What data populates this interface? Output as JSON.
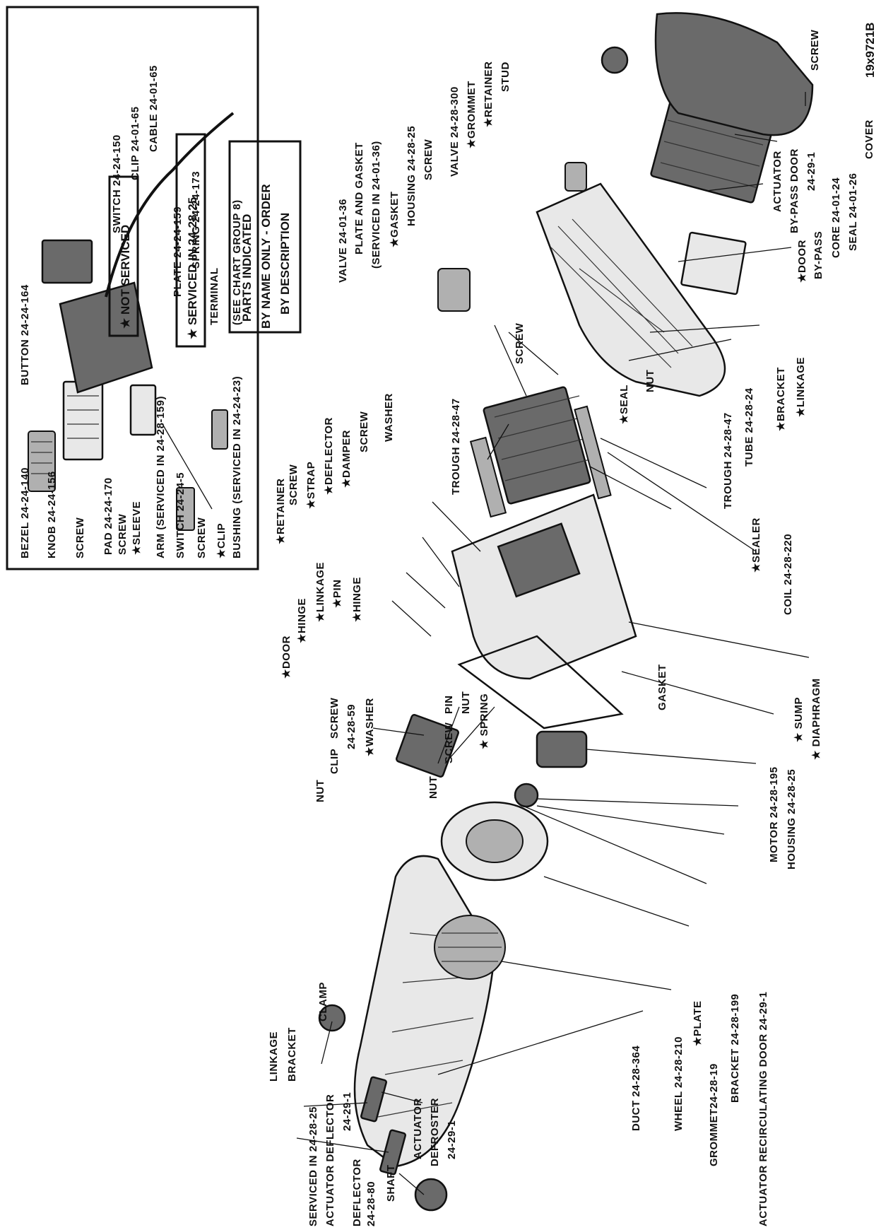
{
  "figure_id": "19x9721B",
  "legend": {
    "not_serviced": "★ NOT SERVICED",
    "serviced_in": "★ SERVICED IN 24-28-25",
    "parts_line1": "PARTS INDICATED",
    "parts_line2": "BY NAME ONLY - ORDER",
    "parts_line3": "BY DESCRIPTION"
  },
  "inset": {
    "bezel": "BEZEL 24-24-140",
    "button": "BUTTON 24-24-164",
    "knob": "KNOB 24-24-156",
    "screw_knob": "SCREW",
    "pad": "PAD 24-24-170",
    "screw_pad": "SCREW",
    "sleeve": "★SLEEVE",
    "arm": "ARM (SERVICED IN 24-28-159)",
    "switch_5": "SWITCH 24-24-5",
    "screw_switch": "SCREW",
    "clip": "★CLIP",
    "bushing": "BUSHING (SERVICED IN 24-24-23)",
    "switch_150": "SWITCH 24-24-150",
    "clip_65": "CLIP 24-01-65",
    "cable": "CABLE 24-01-65",
    "plate": "PLATE 24-24-159",
    "spring": "SPRING 24-24-173",
    "terminal": "TERMINAL",
    "see_chart": "(SEE CHART GROUP 8)"
  },
  "labels": {
    "serviced_in": "SERVICED IN 24-28-25",
    "actuator_deflector": "ACTUATOR DEFLECTOR",
    "actuator_deflector_num": "24-29-1",
    "linkage": "LINKAGE",
    "bracket": "BRACKET",
    "clamp": "CLAMP",
    "deflector": "DEFLECTOR",
    "deflector_num": "24-28-80",
    "shaft": "SHAFT",
    "actuator_defroster_1": "ACTUATOR",
    "actuator_defroster_2": "DEFROSTER",
    "actuator_defroster_3": "24-29-1",
    "duct": "DUCT 24-28-364",
    "wheel": "WHEEL 24-28-210",
    "plate": "★PLATE",
    "grommet": "GROMMET24-28-19",
    "bracket_199": "BRACKET 24-28-199",
    "actuator_recirc": "ACTUATOR RECIRCULATING DOOR 24-29-1",
    "motor": "MOTOR 24-28-195",
    "housing": "HOUSING 24-28-25",
    "sump": "★ SUMP",
    "diaphragm": "★ DIAPHRAGM",
    "nut_1": "NUT",
    "clip_1": "CLIP",
    "screw_59": "SCREW",
    "screw_59_num": "24-28-59",
    "washer_1": "★WASHER",
    "nut_2": "NUT",
    "screw_2": "SCREW",
    "pin_1": "PIN",
    "nut_3": "NUT",
    "spring_1": "★ SPRING",
    "door_1": "★DOOR",
    "hinge_1": "★HINGE",
    "linkage_1": "★LINKAGE",
    "pin_2": "★PIN",
    "hinge_2": "★HINGE",
    "gasket_1": "GASKET",
    "retainer_1": "★RETAINER",
    "screw_3": "SCREW",
    "strap": "★STRAP",
    "deflector_2": "★DEFLECTOR",
    "damper": "★DAMPER",
    "screw_4": "SCREW",
    "washer_2": "WASHER",
    "trough_47": "TROUGH 24-28-47",
    "coil": "COIL 24-28-220",
    "sealer": "★SEALER",
    "trough_47b": "TROUGH 24-28-47",
    "tube": "TUBE 24-28-24",
    "screw_5": "SCREW",
    "seal_1": "★SEAL",
    "nut_4": "NUT",
    "bracket_2": "★BRACKET",
    "linkage_2": "★LINKAGE",
    "valve_36": "VALVE 24-01-36",
    "plate_gasket": "PLATE AND GASKET",
    "plate_gasket_srv": "(SERVICED IN 24-01-36)",
    "gasket_2": "★GASKET",
    "housing_2": "HOUSING 24-28-25",
    "screw_6": "SCREW",
    "valve_300": "VALVE 24-28-300",
    "grommet_2": "★GROMMET",
    "retainer_2": "★RETAINER",
    "stud": "STUD",
    "door_bypass_1": "★DOOR",
    "door_bypass_2": "BY-PASS",
    "core": "CORE 24-01-24",
    "seal_2": "SEAL 24-01-26",
    "actuator_bp_1": "ACTUATOR",
    "actuator_bp_2": "BY-PASS DOOR",
    "actuator_bp_3": "24-29-1",
    "screw_7": "SCREW",
    "cover": "COVER"
  },
  "colors": {
    "ink": "#111111",
    "paper": "#ffffff"
  }
}
